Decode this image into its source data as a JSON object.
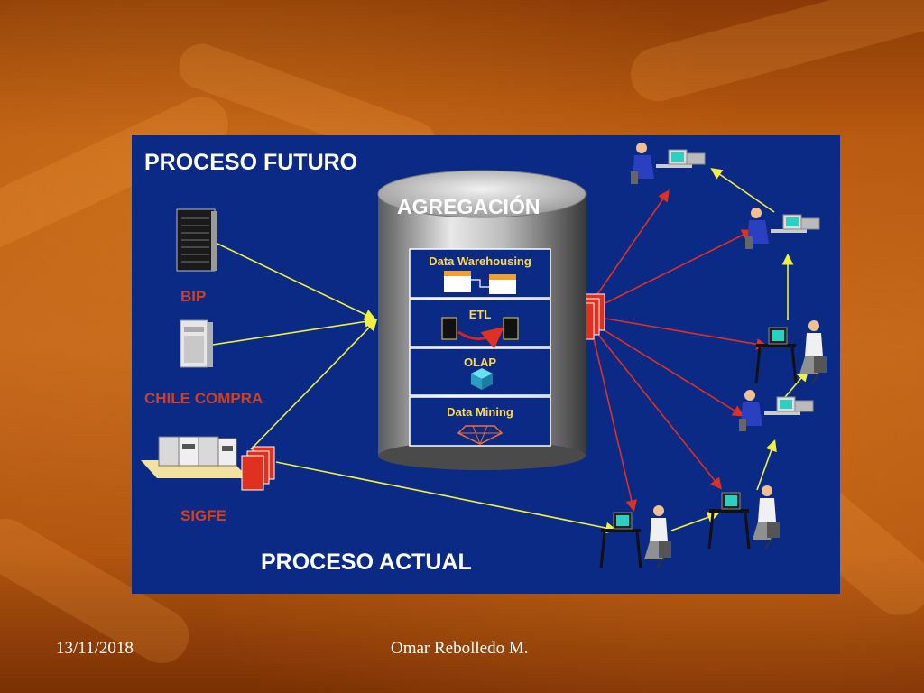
{
  "titles": {
    "future": "PROCESO FUTURO",
    "current": "PROCESO ACTUAL",
    "aggregation": "AGREGACIÓN"
  },
  "sources": {
    "bip": "BIP",
    "chile_compra": "CHILE COMPRA",
    "sigfe": "SIGFE"
  },
  "modules": {
    "dw": "Data Warehousing",
    "etl": "ETL",
    "olap": "OLAP",
    "dm": "Data Mining"
  },
  "footer": {
    "date": "13/11/2018",
    "author": "Omar Rebolledo M."
  },
  "colors": {
    "panel": "#0b2a86",
    "title": "#ffffff",
    "source_label": "#d04020",
    "module_label": "#ffd84a",
    "input_arrow": "#f0f040",
    "output_arrow": "#e03020"
  }
}
